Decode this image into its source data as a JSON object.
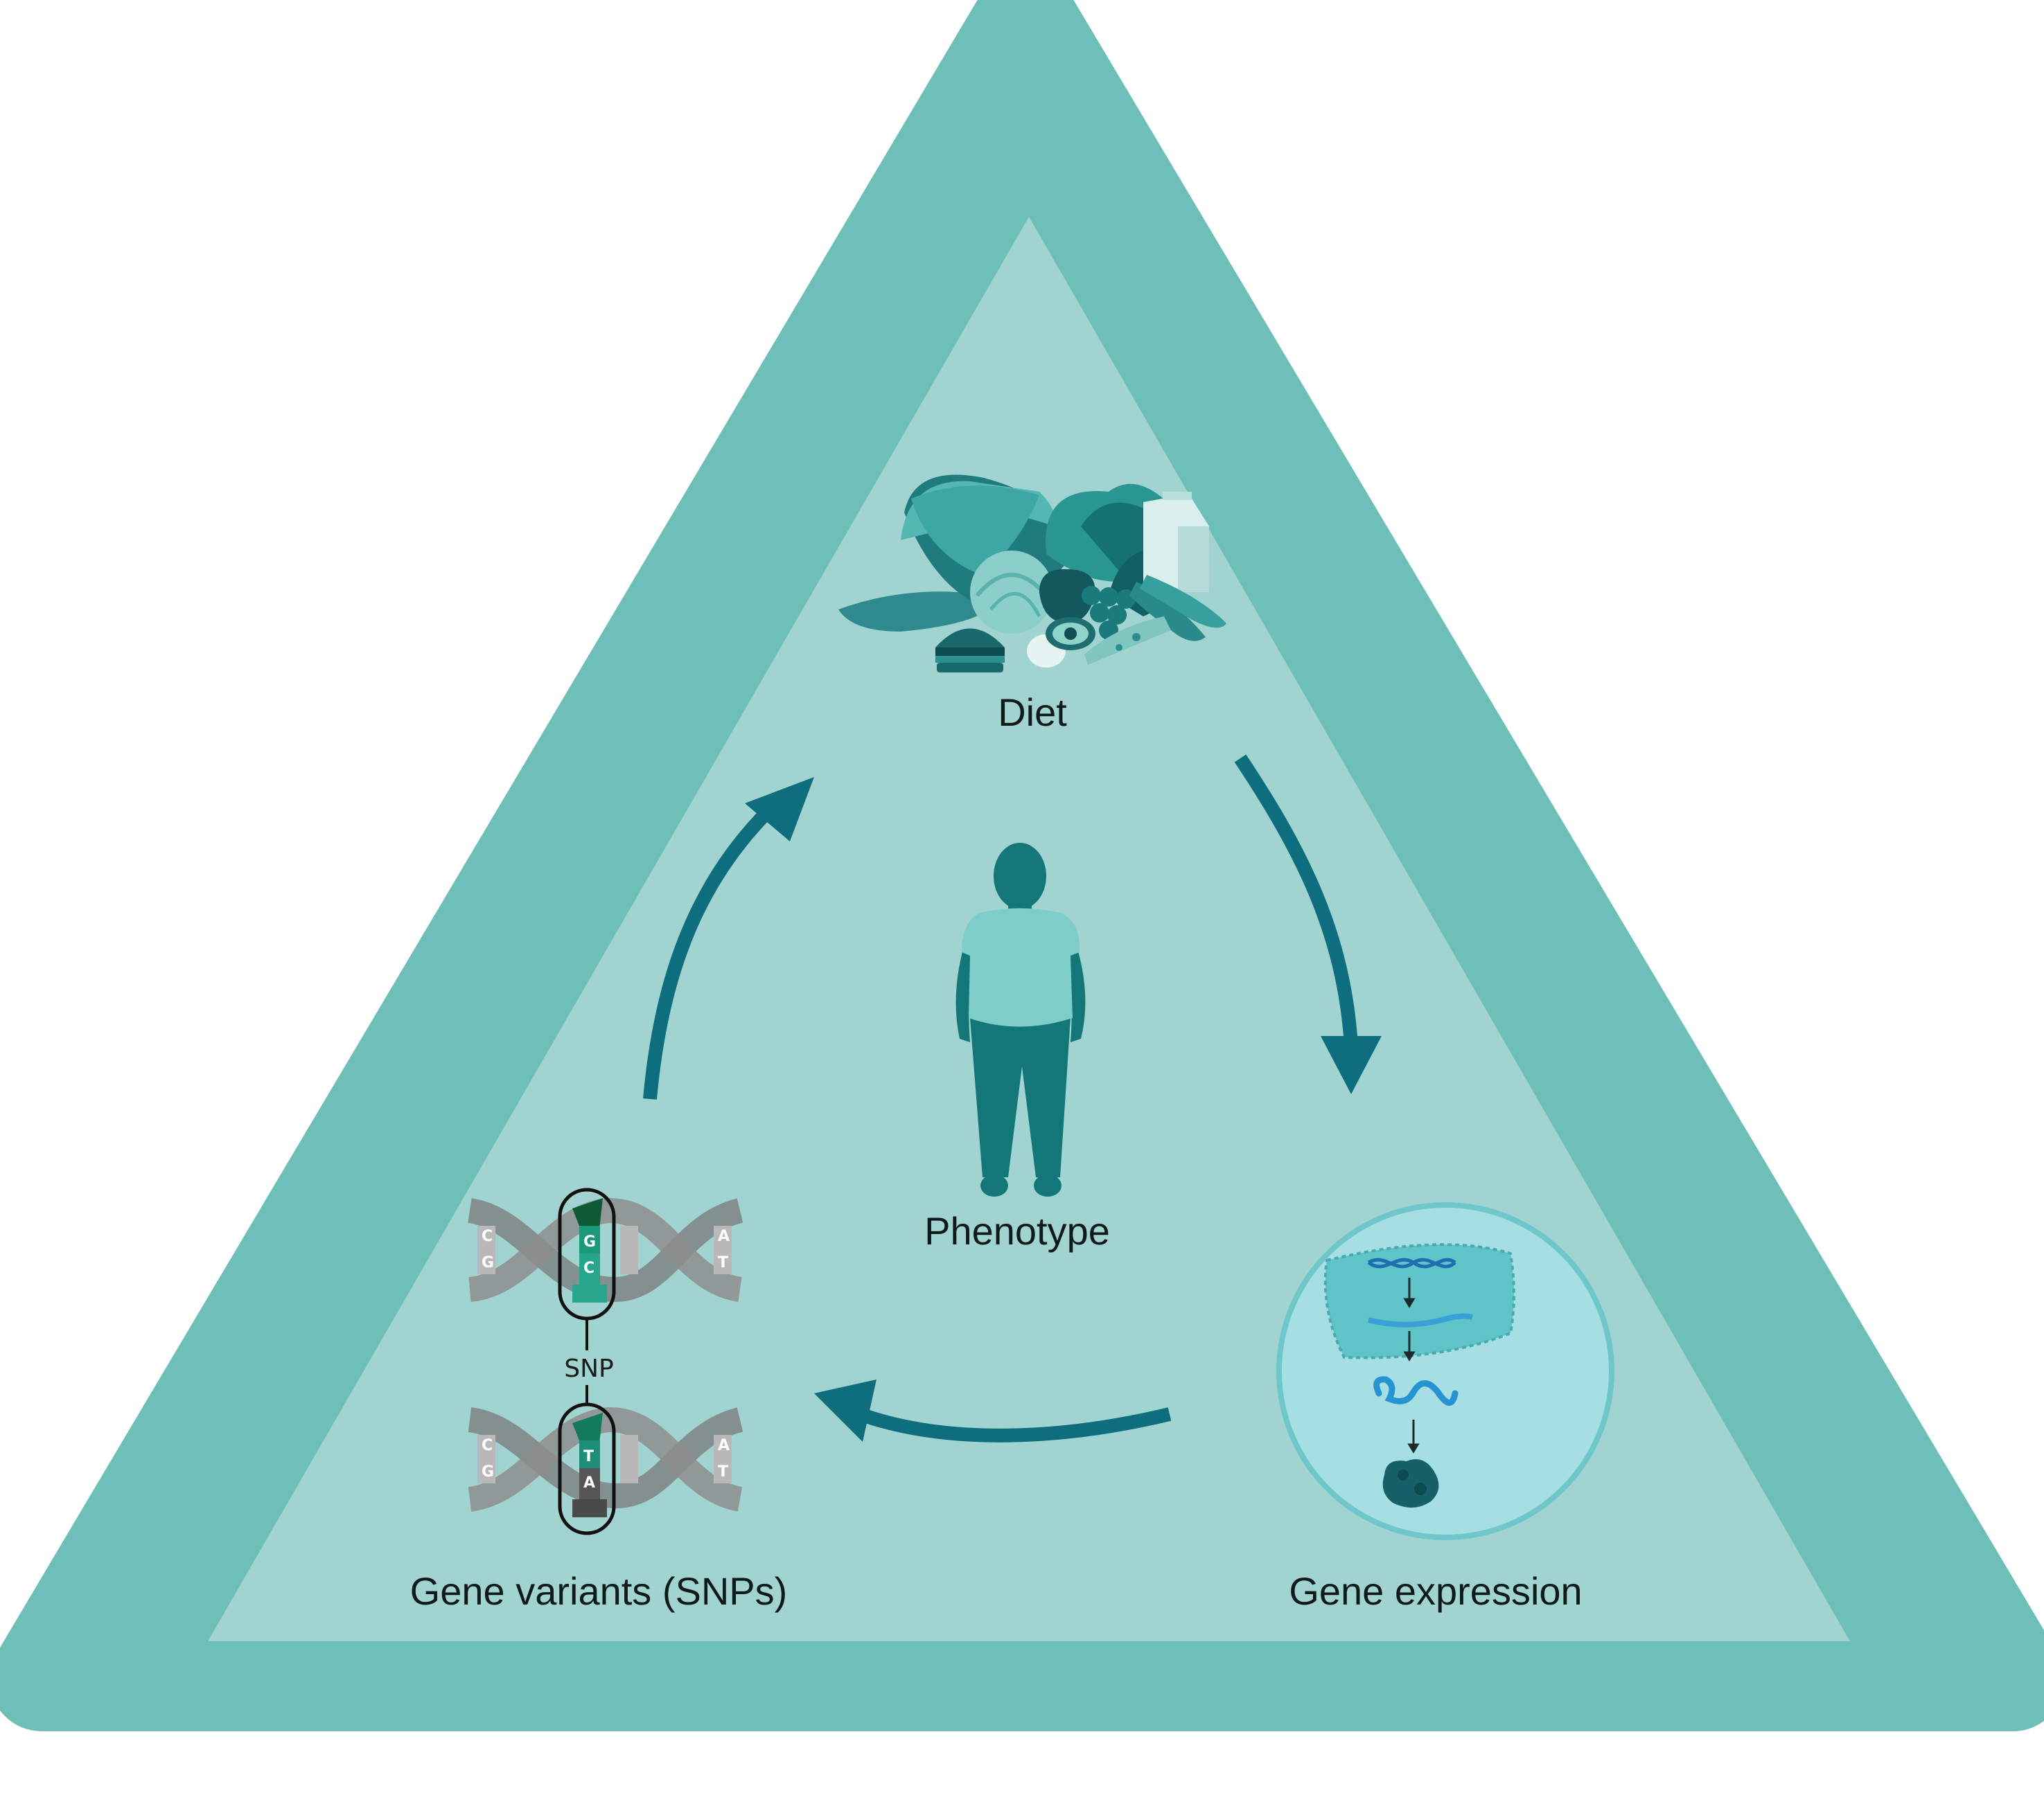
{
  "labels": {
    "diet": "Diet",
    "phenotype": "Phenotype",
    "gene_expression": "Gene expression",
    "gene_variants": "Gene variants (SNPs)",
    "snp": "SNP"
  },
  "dna_letters": {
    "top": [
      "C",
      "G",
      "G",
      "C",
      "A",
      "T"
    ],
    "bottom": [
      "C",
      "G",
      "T",
      "A",
      "A",
      "T"
    ]
  },
  "icons": {
    "diet": "food-group-icon",
    "phenotype": "person-silhouette-icon",
    "gene_expression": "cell-gene-expression-icon",
    "gene_variants": "dna-helix-icon"
  },
  "colors": {
    "outer_triangle": "#6ebfb8",
    "inner_triangle": "#a1d4d0",
    "arrow": "#0f6e7e",
    "person_shirt": "#7ecdc8",
    "person_body": "#137679",
    "cell": "#a6dfe3",
    "nucleus": "#5ec4c8"
  }
}
